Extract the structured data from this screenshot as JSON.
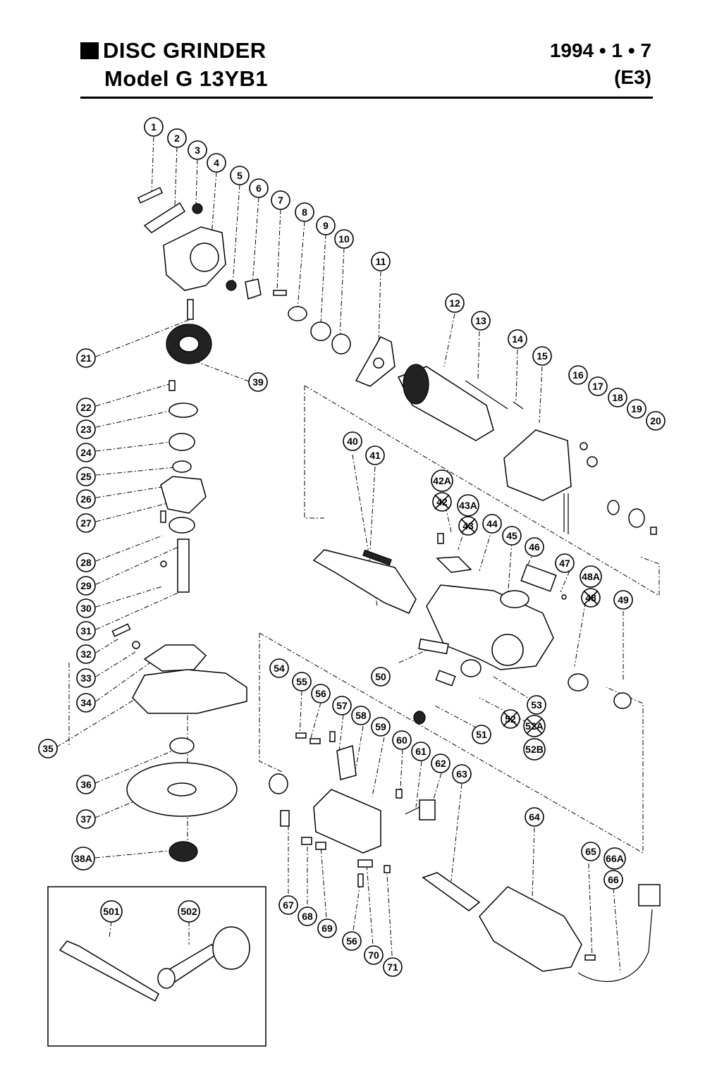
{
  "header": {
    "title": "DISC GRINDER",
    "model": "Model G 13YB1",
    "date": "1994 • 1 • 7",
    "code": "(E3)"
  },
  "labels": {
    "p1": "1",
    "p2": "2",
    "p3": "3",
    "p4": "4",
    "p5": "5",
    "p6": "6",
    "p7": "7",
    "p8": "8",
    "p9": "9",
    "p10": "10",
    "p11": "11",
    "p12": "12",
    "p13": "13",
    "p14": "14",
    "p15": "15",
    "p16": "16",
    "p17": "17",
    "p18": "18",
    "p19": "19",
    "p20": "20",
    "p21": "21",
    "p22": "22",
    "p23": "23",
    "p24": "24",
    "p25": "25",
    "p26": "26",
    "p27": "27",
    "p28": "28",
    "p29": "29",
    "p30": "30",
    "p31": "31",
    "p32": "32",
    "p33": "33",
    "p34": "34",
    "p35": "35",
    "p36": "36",
    "p37": "37",
    "p38A": "38A",
    "p39": "39",
    "p40": "40",
    "p41": "41",
    "p42A": "42A",
    "p42": "42",
    "p43A": "43A",
    "p43": "43",
    "p44": "44",
    "p45": "45",
    "p46": "46",
    "p47": "47",
    "p48A": "48A",
    "p48": "48",
    "p49": "49",
    "p50": "50",
    "p51": "51",
    "p52": "52",
    "p52A": "52A",
    "p52B": "52B",
    "p53": "53",
    "p54": "54",
    "p55": "55",
    "p56a": "56",
    "p57": "57",
    "p58": "58",
    "p59": "59",
    "p60": "60",
    "p61": "61",
    "p62": "62",
    "p63": "63",
    "p64": "64",
    "p65": "65",
    "p66A": "66A",
    "p66": "66",
    "p67": "67",
    "p68": "68",
    "p69": "69",
    "p56b": "56",
    "p70": "70",
    "p71": "71",
    "p501": "501",
    "p502": "502"
  }
}
